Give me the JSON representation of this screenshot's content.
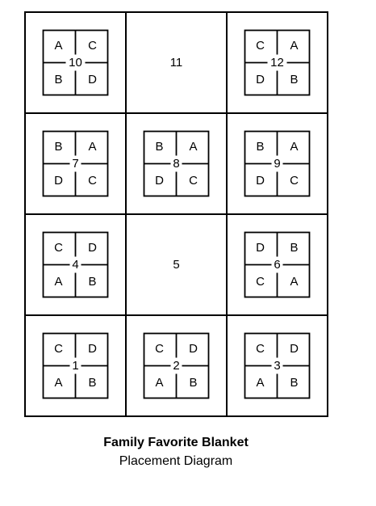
{
  "title": "Family Favorite Blanket",
  "subtitle": "Placement Diagram",
  "grid": [
    [
      {
        "number": "10",
        "letters": [
          "A",
          "C",
          "B",
          "D"
        ]
      },
      {
        "number": "11",
        "letters": null
      },
      {
        "number": "12",
        "letters": [
          "C",
          "A",
          "D",
          "B"
        ]
      }
    ],
    [
      {
        "number": "7",
        "letters": [
          "B",
          "A",
          "D",
          "C"
        ]
      },
      {
        "number": "8",
        "letters": [
          "B",
          "A",
          "D",
          "C"
        ]
      },
      {
        "number": "9",
        "letters": [
          "B",
          "A",
          "D",
          "C"
        ]
      }
    ],
    [
      {
        "number": "4",
        "letters": [
          "C",
          "D",
          "A",
          "B"
        ]
      },
      {
        "number": "5",
        "letters": null
      },
      {
        "number": "6",
        "letters": [
          "D",
          "B",
          "C",
          "A"
        ]
      }
    ],
    [
      {
        "number": "1",
        "letters": [
          "C",
          "D",
          "A",
          "B"
        ]
      },
      {
        "number": "2",
        "letters": [
          "C",
          "D",
          "A",
          "B"
        ]
      },
      {
        "number": "3",
        "letters": [
          "C",
          "D",
          "A",
          "B"
        ]
      }
    ]
  ]
}
